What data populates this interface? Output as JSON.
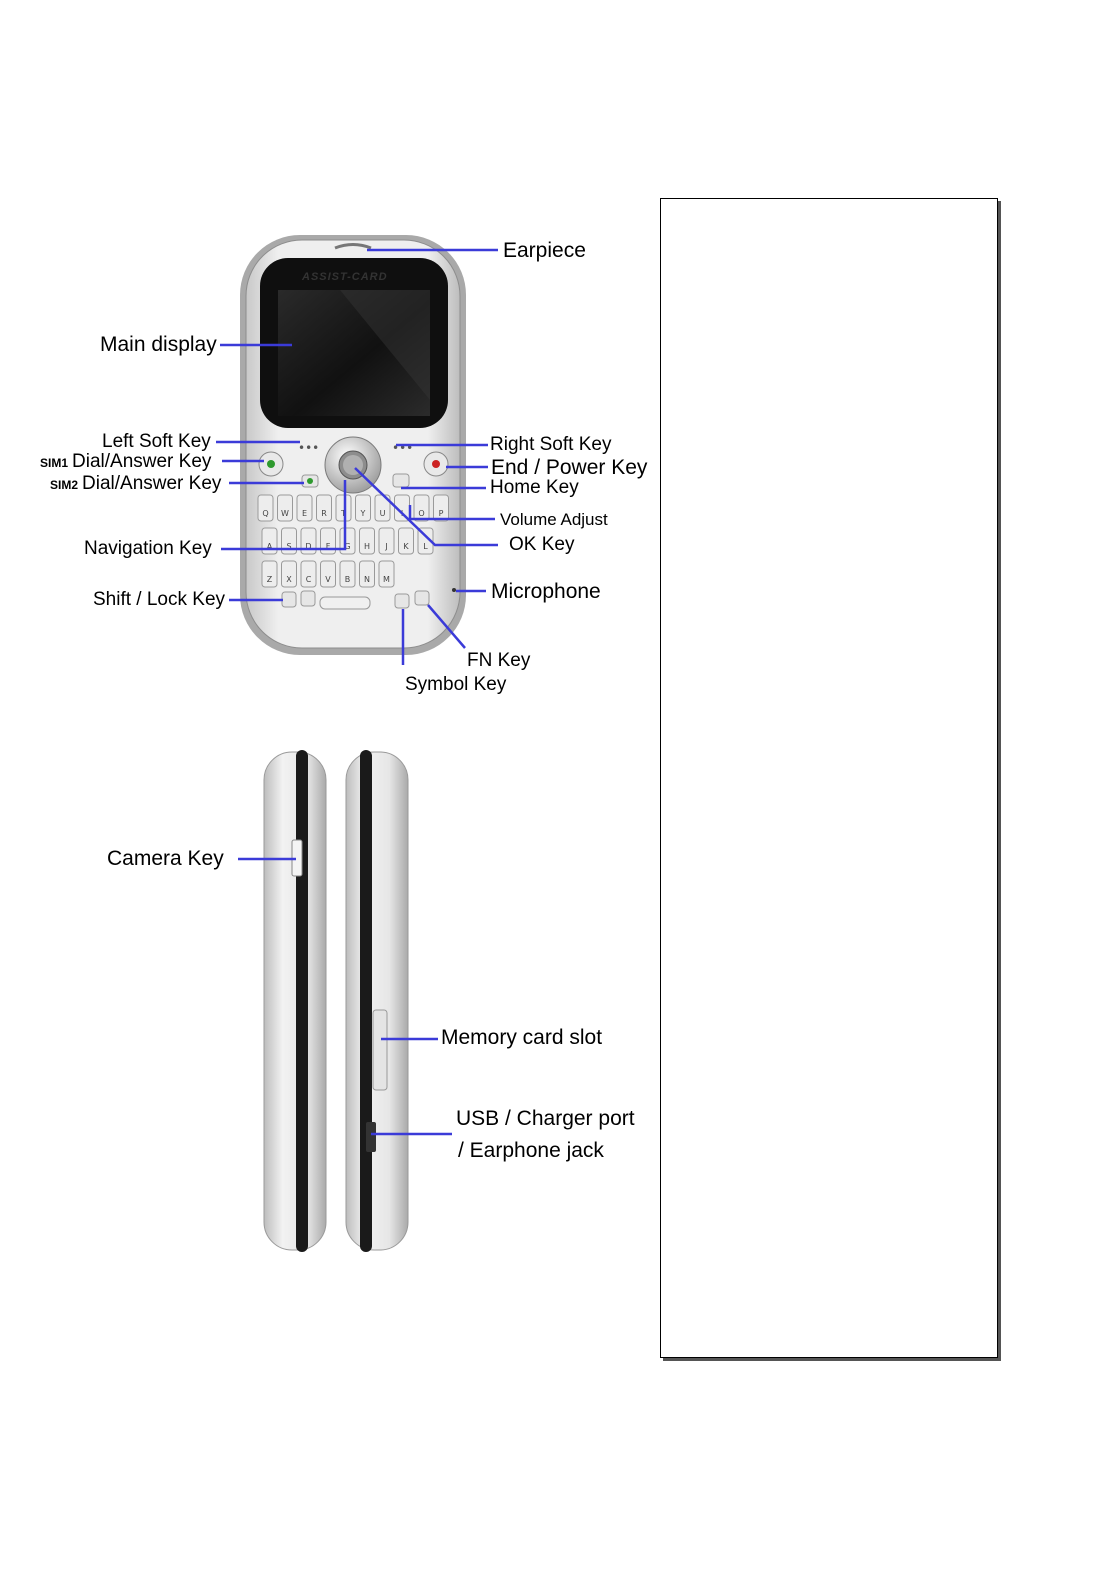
{
  "front_labels": {
    "earpiece": "Earpiece",
    "main_display": "Main display",
    "left_soft_key": "Left Soft Key",
    "sim1_prefix": "SIM1",
    "sim1_dial": "Dial/Answer Key",
    "sim2_prefix": "SIM2",
    "sim2_dial": "Dial/Answer Key",
    "navigation_key": "Navigation Key",
    "shift_lock_key": "Shift / Lock Key",
    "right_soft_key": "Right Soft Key",
    "end_power_key": "End / Power Key",
    "home_key": "Home Key",
    "volume_adjust": "Volume Adjust",
    "ok_key": "OK Key",
    "microphone": "Microphone",
    "fn_key": "FN Key",
    "symbol_key": "Symbol Key"
  },
  "brand": "assist-card",
  "side_labels": {
    "camera_key": "Camera Key",
    "memory_card_slot": "Memory card slot",
    "usb_line1": "USB / Charger port",
    "usb_line2": "/ Earphone jack"
  },
  "keypad": {
    "row1": [
      "Q",
      "W",
      "E",
      "R",
      "T",
      "Y",
      "U",
      "I",
      "O",
      "P"
    ],
    "row2": [
      "A",
      "S",
      "D",
      "F",
      "G",
      "H",
      "J",
      "K",
      "L"
    ],
    "row3": [
      "Z",
      "X",
      "C",
      "V",
      "B",
      "N",
      "M"
    ]
  },
  "colors": {
    "leader_line": "#3b3bd8",
    "phone_body": "#d9d9d9",
    "screen": "#1a1a1a"
  }
}
